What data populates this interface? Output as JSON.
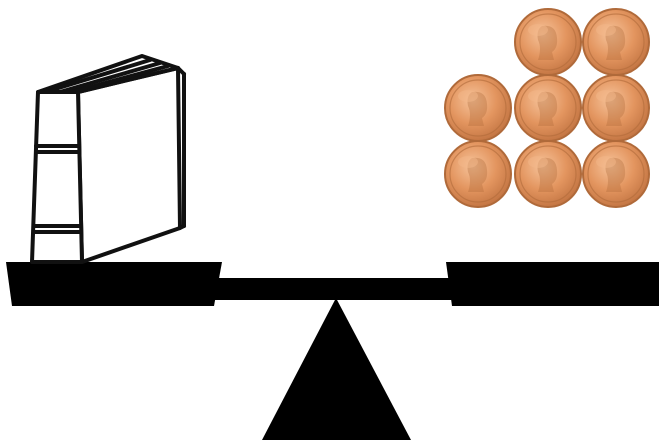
{
  "scene": {
    "left_object": "book-icon",
    "right_objects": "penny-coin-icon",
    "coin_count": 8,
    "coin_layout_per_row": [
      2,
      3,
      3
    ],
    "colors": {
      "beam": "#000000",
      "fulcrum": "#000000",
      "book_fill": "#ffffff",
      "book_stroke": "#111111",
      "coin_base": "#e0915a",
      "coin_edge": "#b06a3a",
      "coin_highlight": "#f4b88a"
    }
  }
}
